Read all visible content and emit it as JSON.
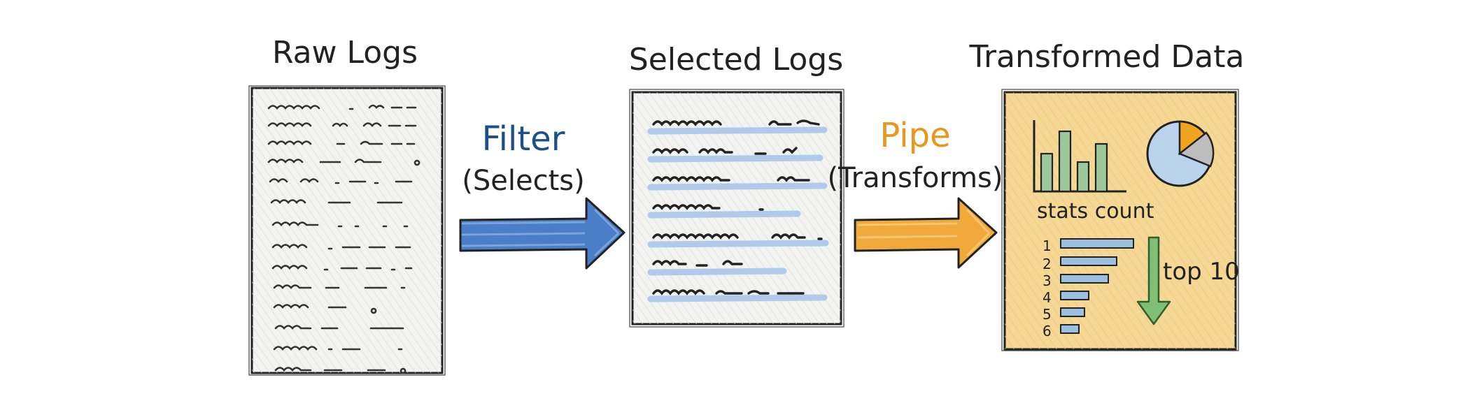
{
  "stages": {
    "raw": {
      "title": "Raw Logs"
    },
    "selected": {
      "title": "Selected Logs"
    },
    "transformed": {
      "title": "Transformed Data",
      "stats_label": "stats count",
      "top_label": "top 10",
      "ranks": [
        "1",
        "2",
        "3",
        "4",
        "5",
        "6"
      ]
    }
  },
  "arrows": {
    "filter": {
      "label": "Filter",
      "sublabel": "(Selects)",
      "color": "#4a7fc8"
    },
    "pipe": {
      "label": "Pipe",
      "sublabel": "(Transforms)",
      "color": "#f0a93a"
    }
  },
  "colors": {
    "ink": "#222222",
    "paper": "#f3f3f1",
    "highlight": "#a9c6ea",
    "transformed_bg": "#f6d896",
    "bar_green": "#9cc79a",
    "bar_blue": "#9cc0df",
    "pie_blue": "#b9d3ec",
    "pie_orange": "#f0a520",
    "pie_gray": "#bdbdbd",
    "down_arrow": "#7fbf76",
    "filter_text": "#1f4e8c",
    "pipe_text": "#e8981e"
  }
}
